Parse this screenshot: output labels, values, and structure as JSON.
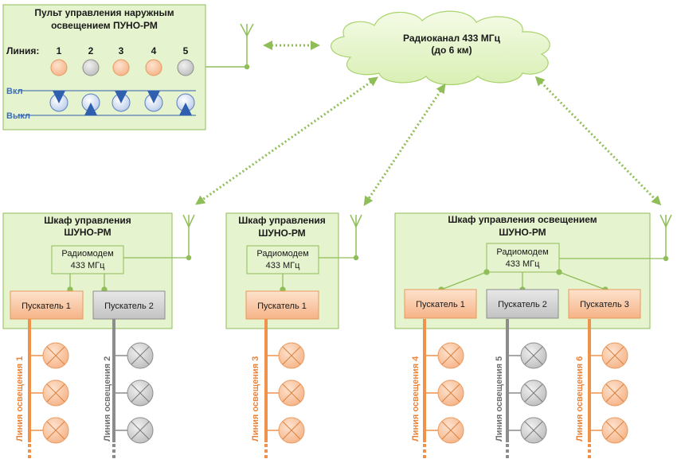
{
  "diagram": {
    "remote": {
      "title_line1": "Пульт управления наружным",
      "title_line2": "освещением  ПУНО-РМ",
      "lines_label": "Линия:",
      "line_numbers": [
        "1",
        "2",
        "3",
        "4",
        "5"
      ],
      "on_label": "Вкл",
      "off_label": "Выкл"
    },
    "radio_channel": {
      "line1": "Радиоканал 433 МГц",
      "line2": "(до 6 км)"
    },
    "cabinet1": {
      "title_line1": "Шкаф управления",
      "title_line2": "ШУНО-РМ",
      "modem_line1": "Радиомодем",
      "modem_line2": "433 МГц",
      "starter1": "Пускатель 1",
      "starter2": "Пускатель 2"
    },
    "cabinet2": {
      "title_line1": "Шкаф управления",
      "title_line2": "ШУНО-РМ",
      "modem_line1": "Радиомодем",
      "modem_line2": "433 МГц",
      "starter1": "Пускатель 1"
    },
    "cabinet3": {
      "title_line1": "Шкаф управления освещением",
      "title_line2": "ШУНО-РМ",
      "modem_line1": "Радиомодем",
      "modem_line2": "433 МГц",
      "starter1": "Пускатель 1",
      "starter2": "Пускатель 2",
      "starter3": "Пускатель 3"
    },
    "lighting_lines": [
      "Линия освещения 1",
      "Линия освещения 2",
      "Линия освещения 3",
      "Линия освещения 4",
      "Линия освещения 5",
      "Линия освещения 6"
    ],
    "colors": {
      "panel_fill": "#e6f3cf",
      "panel_border": "#8fbd58",
      "orange_fill": "#f9c7a3",
      "orange_border": "#e79a5e",
      "gray_fill": "#cfcfcf",
      "gray_border": "#8c8c8c",
      "link_green": "#8fbd58",
      "blue": "#2f5fae"
    }
  }
}
